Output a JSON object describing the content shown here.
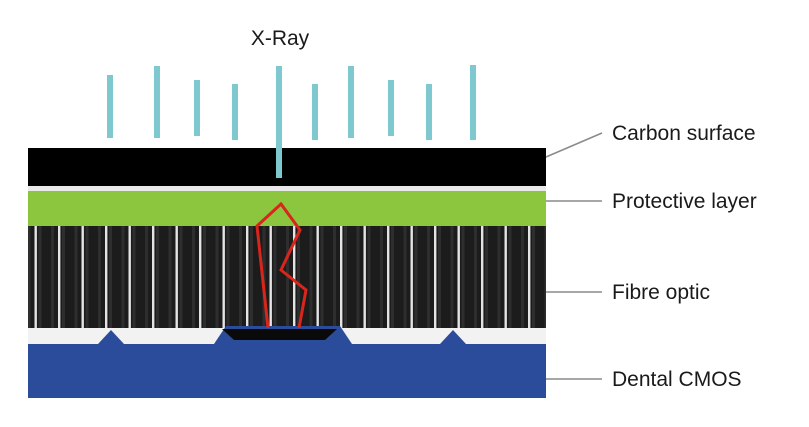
{
  "title": "X-Ray",
  "layers": [
    {
      "label": "Carbon surface",
      "color": "#000000"
    },
    {
      "label": "Protective layer",
      "color": "#8cc63f"
    },
    {
      "label": "Fibre optic",
      "color": "#1e1e1e"
    },
    {
      "label": "Dental CMOS",
      "color": "#2b4c9b"
    }
  ],
  "colors": {
    "xray_ray": "#7ec8cf",
    "light_path": "#d8261c",
    "leader_line": "#8a8a8a"
  }
}
